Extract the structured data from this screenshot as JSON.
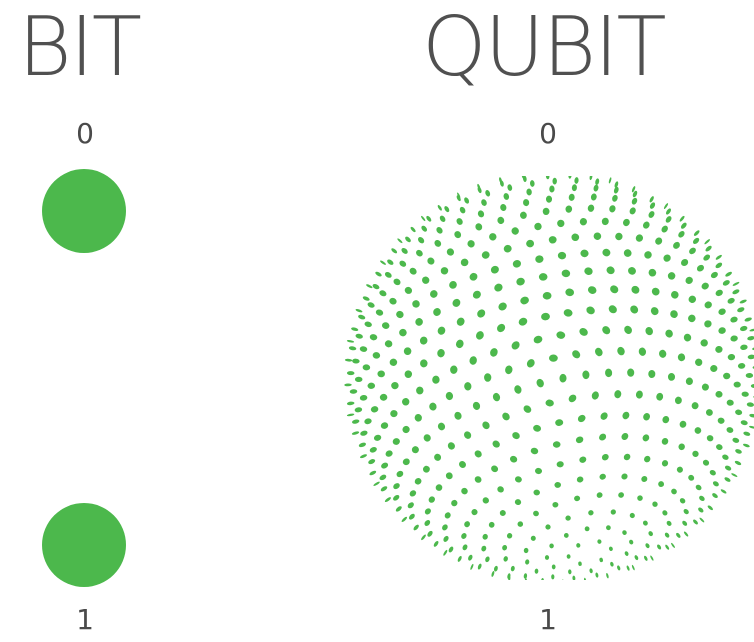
{
  "bit": {
    "title": "BIT",
    "label_0": "0",
    "label_1": "1"
  },
  "qubit": {
    "title": "QUBIT",
    "label_0": "0",
    "label_1": "1"
  },
  "colors": {
    "green": "#4cb84c",
    "text": "#505050"
  }
}
